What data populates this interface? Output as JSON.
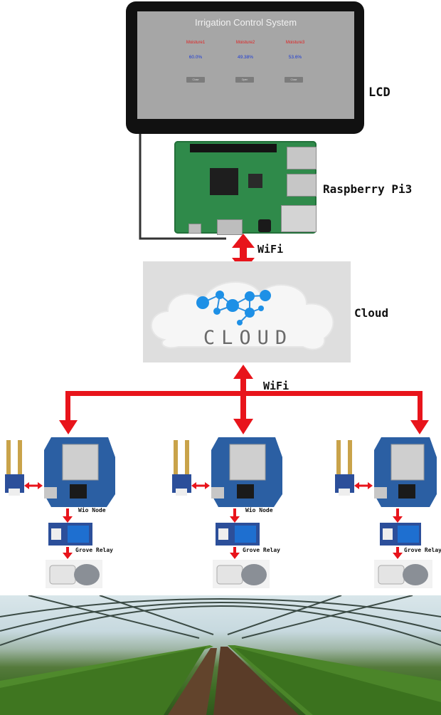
{
  "lcd": {
    "title": "Irrigation Control System",
    "sensors": [
      {
        "name": "Moisture1",
        "value": "60.0%",
        "button": "Close"
      },
      {
        "name": "Moisture2",
        "value": "49.38%",
        "button": "Open"
      },
      {
        "name": "Moisture3",
        "value": "53.6%",
        "button": "Close"
      }
    ]
  },
  "labels": {
    "lcd": "LCD",
    "raspberry_pi": "Raspberry Pi3",
    "wifi_top": "WiFi",
    "cloud": "Cloud",
    "cloud_logo": "CLOUD",
    "wifi_bottom": "WiFi"
  },
  "nodes": [
    {
      "wio_label": "Wio Node",
      "relay_label": "Grove Relay"
    },
    {
      "wio_label": "Wio Node",
      "relay_label": "Grove Relay"
    },
    {
      "wio_label": "Wio Node",
      "relay_label": "Grove Relay"
    }
  ],
  "colors": {
    "arrow": "#e8141b",
    "pi_board": "#2f8a4a",
    "wio_board": "#2b5fa3",
    "cloud_node": "#1e90e6"
  }
}
